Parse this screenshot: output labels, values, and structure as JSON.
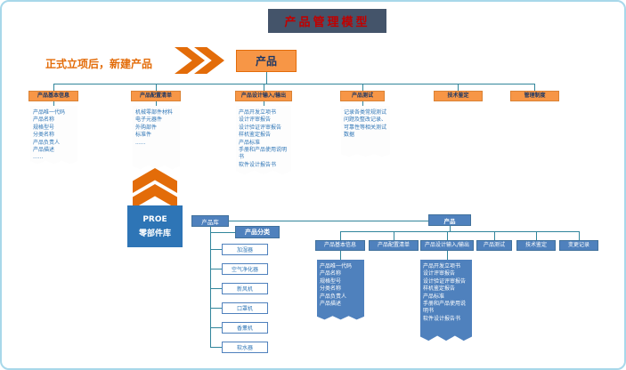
{
  "title": "产品管理模型",
  "note": "正式立项后，新建产品",
  "colors": {
    "orange": "#f79646",
    "dark_orange": "#e36c09",
    "blue": "#4f81bd",
    "proe_blue": "#2e75b6",
    "connector_teal": "#31859b",
    "title_bg": "#44546a",
    "title_text": "#c00000"
  },
  "left_tree": {
    "root": "产品",
    "nodes": [
      "产品基本信息",
      "产品配置清单",
      "产品设计输入/输出",
      "产品测试",
      "技术鉴定",
      "管理制度"
    ],
    "details": [
      [
        "产品唯一代码",
        "产品名称",
        "规格型号",
        "分类名称",
        "产品负责人",
        "产品描述",
        "......"
      ],
      [
        "机械零部件材料",
        "电子元器件",
        "外购部件",
        "标准件",
        "......"
      ],
      [
        "产品开发立项书",
        "设计评审报告",
        "设计验证评审报告",
        "样机鉴定报告",
        "产品标准",
        "手册和产品使用说明书",
        "软件设计报告书"
      ],
      [
        "记录各类常规测试问题及整改记录、可靠性等相关测试数据"
      ]
    ]
  },
  "proe": {
    "line1": "PROE",
    "line2": "零部件库"
  },
  "library": {
    "label": "产品库",
    "classification": "产品分类",
    "categories": [
      "加湿器",
      "空气净化器",
      "新风机",
      "口罩机",
      "香薰机",
      "软水器"
    ]
  },
  "right_tree": {
    "root": "产品",
    "nodes": [
      "产品基本信息",
      "产品配置清单",
      "产品设计输入/输出",
      "产品测试",
      "技术鉴定",
      "变更记录"
    ],
    "details": [
      [
        "产品唯一代码",
        "产品名称",
        "规格型号",
        "分类名称",
        "产品负责人",
        "产品描述"
      ],
      [
        "产品开发立项书",
        "设计评审报告",
        "设计验证评审报告",
        "样机鉴定报告",
        "产品标准",
        "手册和产品使用说明书",
        "软件设计报告书"
      ]
    ]
  }
}
